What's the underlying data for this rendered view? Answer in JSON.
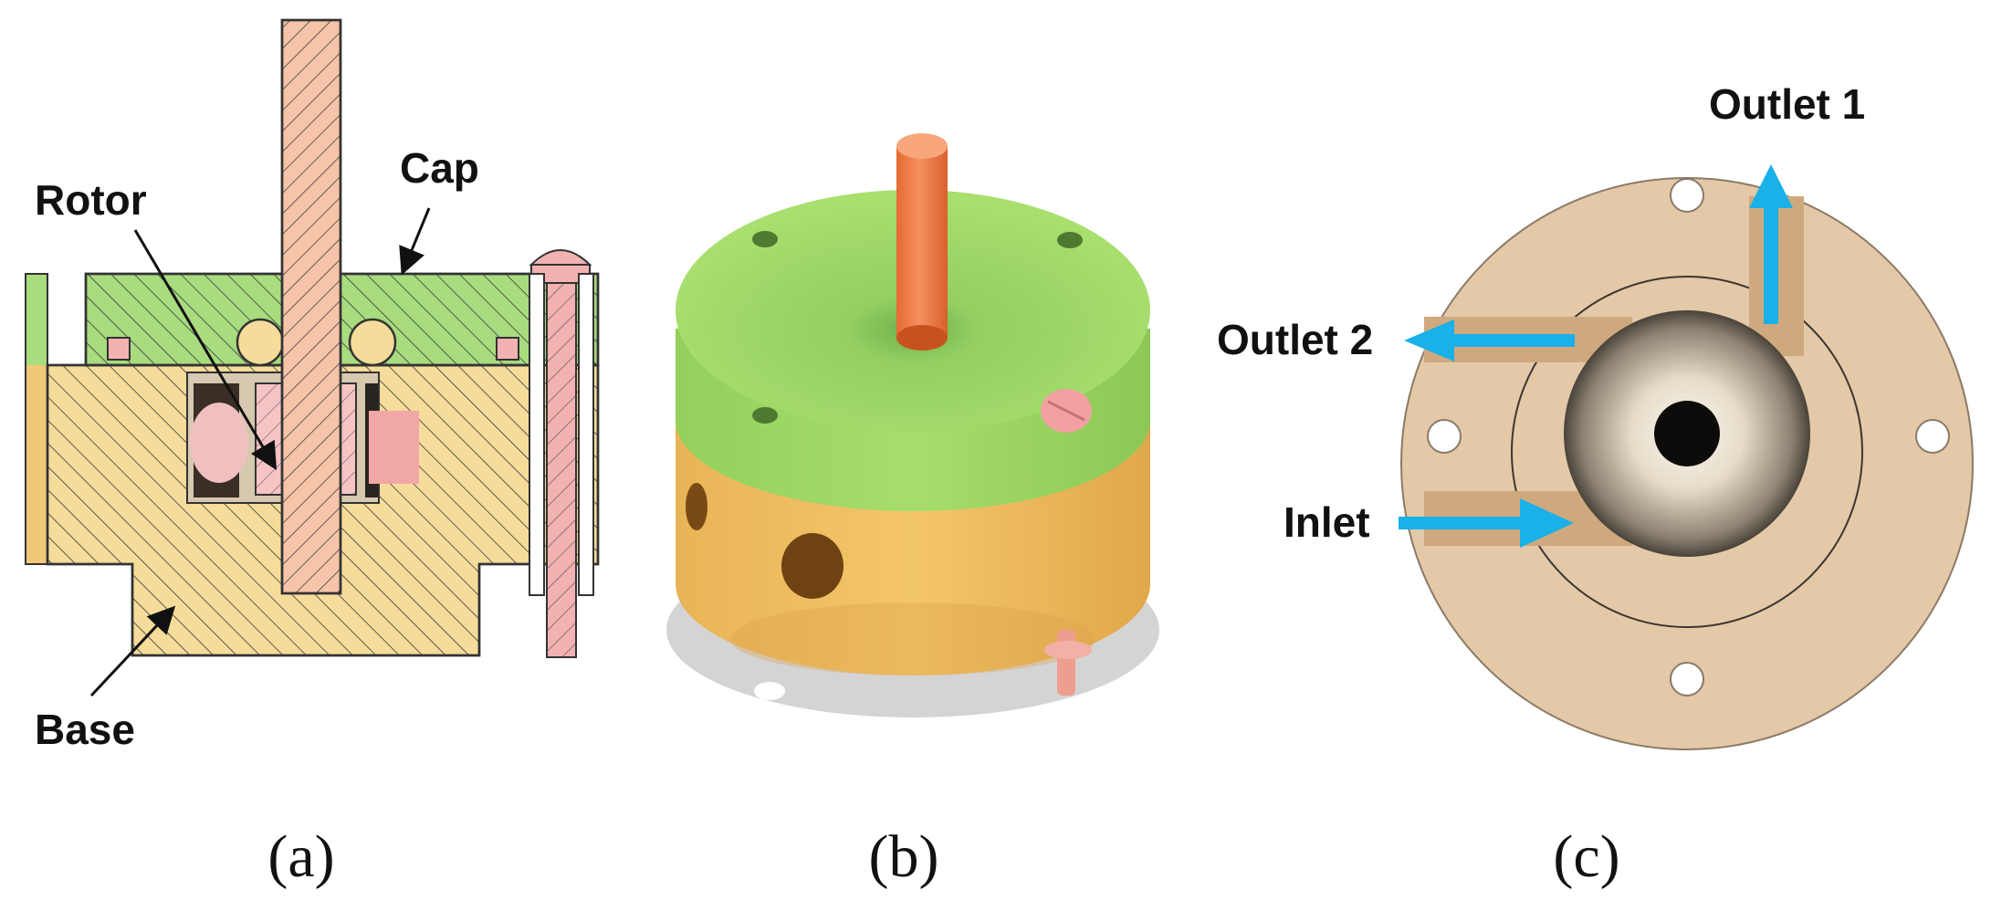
{
  "panels": {
    "a": {
      "label": "(a)",
      "labels": {
        "rotor": "Rotor",
        "cap": "Cap",
        "base": "Base"
      }
    },
    "b": {
      "label": "(b)"
    },
    "c": {
      "label": "(c)",
      "labels": {
        "outlet1": "Outlet 1",
        "outlet2": "Outlet 2",
        "inlet": "Inlet"
      }
    }
  },
  "colors": {
    "cap": "#a8dc7e",
    "base": "#f6dc9a",
    "rotor": "#f6c4a8",
    "bolt": "#f2b2b2",
    "flow_arrow": "#1ab0e8",
    "section_hatch": "#3a3a3a",
    "disc": "#e3c9a8"
  }
}
